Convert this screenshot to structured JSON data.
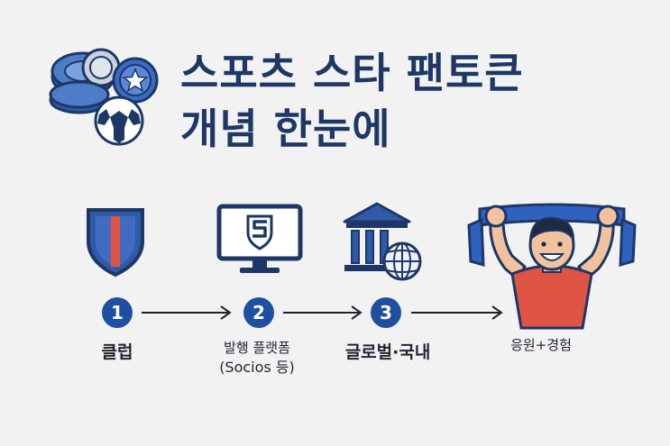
{
  "title": {
    "line1": "스포츠 스타 팬토큰",
    "line2": "개념 한눈에"
  },
  "steps": [
    {
      "number": "1",
      "label": "클럽",
      "icon": "shield-icon"
    },
    {
      "number": "2",
      "label_line1": "발행 플랫폼",
      "label_line2": "(Socios 등)",
      "icon": "monitor-icon"
    },
    {
      "number": "3",
      "label": "글로벌·국내",
      "icon": "bank-globe-icon"
    }
  ],
  "final": {
    "label": "응원+경험",
    "icon": "fan-scarf-icon"
  },
  "colors": {
    "navy": "#1e3766",
    "blue": "#1f4fa0",
    "red": "#e05443",
    "background": "#f2f2f3"
  }
}
